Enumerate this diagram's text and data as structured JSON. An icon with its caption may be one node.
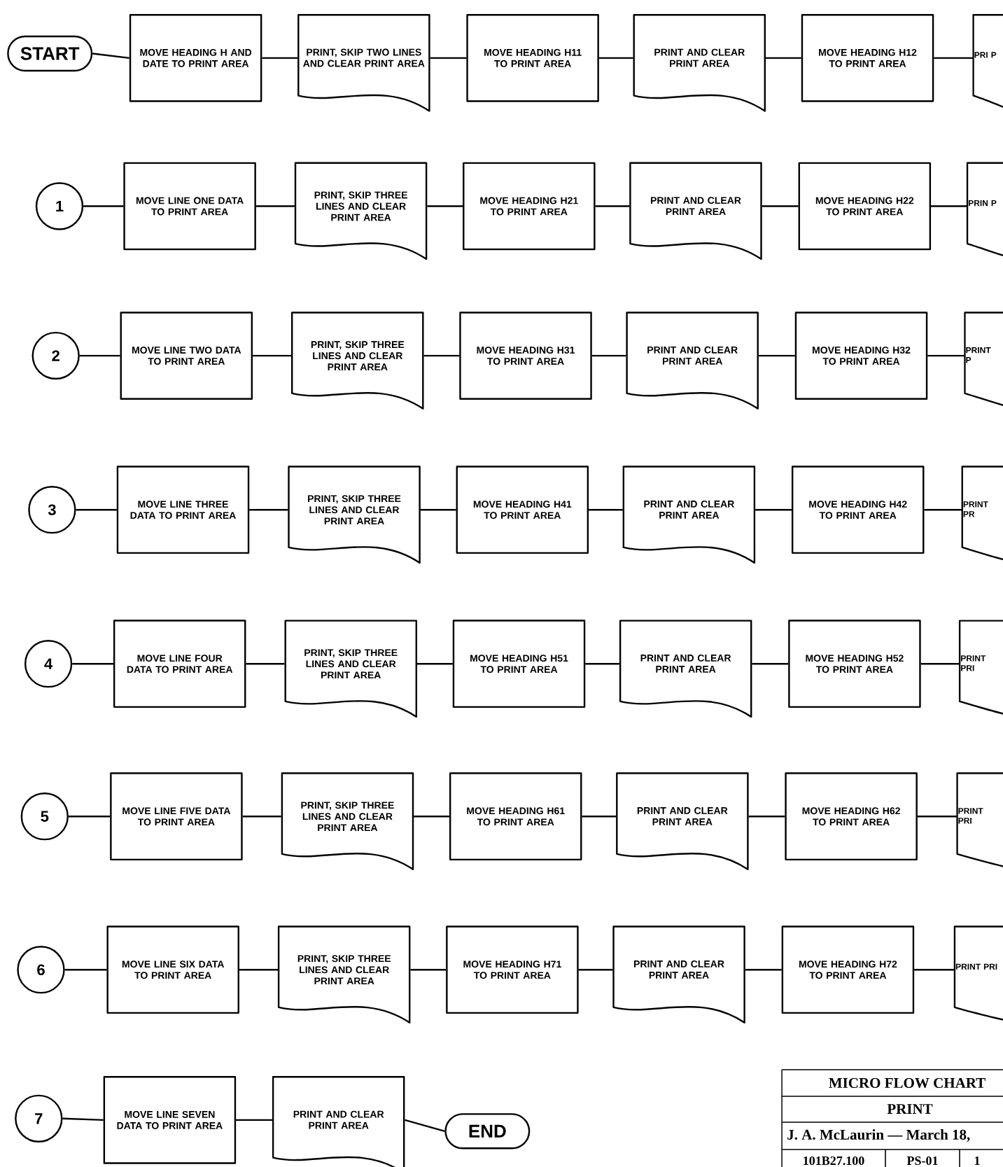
{
  "diagram": {
    "nodes": [
      {
        "text": [
          "START"
        ]
      },
      {
        "text": [
          "MOVE HEADING H AND DATE TO PRINT AREA"
        ]
      },
      {
        "text": [
          "PRINT, SKIP TWO LINES AND CLEAR PRINT AREA"
        ]
      },
      {
        "text": [
          "MOVE HEADING H11 TO PRINT AREA"
        ]
      },
      {
        "text": [
          "PRINT AND CLEAR PRINT AREA"
        ]
      },
      {
        "text": [
          "MOVE HEADING H12 TO PRINT AREA"
        ]
      },
      {
        "text": [
          "PRI P"
        ]
      },
      {
        "text": [
          "1"
        ]
      },
      {
        "text": [
          "MOVE LINE ONE DATA TO PRINT AREA"
        ]
      },
      {
        "text": [
          "PRINT, SKIP THREE LINES AND CLEAR PRINT AREA"
        ]
      },
      {
        "text": [
          "MOVE HEADING H21 TO PRINT AREA"
        ]
      },
      {
        "text": [
          "PRINT AND CLEAR PRINT AREA"
        ]
      },
      {
        "text": [
          "MOVE HEADING H22 TO PRINT AREA"
        ]
      },
      {
        "text": [
          "PRIN P"
        ]
      },
      {
        "text": [
          "2"
        ]
      },
      {
        "text": [
          "MOVE LINE TWO DATA TO PRINT AREA"
        ]
      },
      {
        "text": [
          "PRINT, SKIP THREE LINES AND CLEAR PRINT AREA"
        ]
      },
      {
        "text": [
          "MOVE HEADING H31 TO PRINT AREA"
        ]
      },
      {
        "text": [
          "PRINT AND CLEAR PRINT AREA"
        ]
      },
      {
        "text": [
          "MOVE HEADING H32 TO PRINT AREA"
        ]
      },
      {
        "text": [
          "PRINT P"
        ]
      },
      {
        "text": [
          "3"
        ]
      },
      {
        "text": [
          "MOVE LINE THREE DATA TO PRINT AREA"
        ]
      },
      {
        "text": [
          "PRINT, SKIP THREE LINES AND CLEAR PRINT AREA"
        ]
      },
      {
        "text": [
          "MOVE HEADING H41 TO PRINT AREA"
        ]
      },
      {
        "text": [
          "PRINT AND CLEAR PRINT AREA"
        ]
      },
      {
        "text": [
          "MOVE HEADING H42 TO PRINT AREA"
        ]
      },
      {
        "text": [
          "PRINT PR"
        ]
      },
      {
        "text": [
          "4"
        ]
      },
      {
        "text": [
          "MOVE LINE FOUR DATA TO PRINT AREA"
        ]
      },
      {
        "text": [
          "PRINT, SKIP THREE LINES AND CLEAR PRINT AREA"
        ]
      },
      {
        "text": [
          "MOVE HEADING H51 TO PRINT AREA"
        ]
      },
      {
        "text": [
          "PRINT AND CLEAR PRINT AREA"
        ]
      },
      {
        "text": [
          "MOVE HEADING H52 TO PRINT AREA"
        ]
      },
      {
        "text": [
          "PRINT PRI"
        ]
      },
      {
        "text": [
          "5"
        ]
      },
      {
        "text": [
          "MOVE LINE FIVE DATA TO PRINT AREA"
        ]
      },
      {
        "text": [
          "PRINT, SKIP THREE LINES AND CLEAR PRINT AREA"
        ]
      },
      {
        "text": [
          "MOVE HEADING H61 TO PRINT AREA"
        ]
      },
      {
        "text": [
          "PRINT AND CLEAR PRINT AREA"
        ]
      },
      {
        "text": [
          "MOVE HEADING H62 TO PRINT AREA"
        ]
      },
      {
        "text": [
          "PRINT PRI"
        ]
      },
      {
        "text": [
          "6"
        ]
      },
      {
        "text": [
          "MOVE LINE SIX DATA TO PRINT AREA"
        ]
      },
      {
        "text": [
          "PRINT, SKIP THREE LINES AND CLEAR PRINT AREA"
        ]
      },
      {
        "text": [
          "MOVE HEADING H71 TO PRINT AREA"
        ]
      },
      {
        "text": [
          "PRINT AND CLEAR PRINT AREA"
        ]
      },
      {
        "text": [
          "MOVE HEADING H72 TO PRINT AREA"
        ]
      },
      {
        "text": [
          "PRINT PRI"
        ]
      },
      {
        "text": [
          "7"
        ]
      },
      {
        "text": [
          "MOVE LINE SEVEN DATA TO PRINT AREA"
        ]
      },
      {
        "text": [
          "PRINT AND CLEAR PRINT AREA"
        ]
      },
      {
        "text": [
          "END"
        ]
      }
    ],
    "edges": [
      {
        "from": 0,
        "to": 1,
        "arrow": "none"
      },
      {
        "from": 1,
        "to": 2,
        "arrow": "none"
      },
      {
        "from": 2,
        "to": 3,
        "arrow": "none"
      },
      {
        "from": 3,
        "to": 4,
        "arrow": "none"
      },
      {
        "from": 4,
        "to": 5,
        "arrow": "none"
      },
      {
        "from": 5,
        "to": 6,
        "arrow": "none"
      },
      {
        "from": 7,
        "to": 8,
        "arrow": "none"
      },
      {
        "from": 8,
        "to": 9,
        "arrow": "none"
      },
      {
        "from": 9,
        "to": 10,
        "arrow": "none"
      },
      {
        "from": 10,
        "to": 11,
        "arrow": "none"
      },
      {
        "from": 11,
        "to": 12,
        "arrow": "none"
      },
      {
        "from": 12,
        "to": 13,
        "arrow": "none"
      },
      {
        "from": 14,
        "to": 15,
        "arrow": "none"
      },
      {
        "from": 15,
        "to": 16,
        "arrow": "none"
      },
      {
        "from": 16,
        "to": 17,
        "arrow": "none"
      },
      {
        "from": 17,
        "to": 18,
        "arrow": "none"
      },
      {
        "from": 18,
        "to": 19,
        "arrow": "none"
      },
      {
        "from": 19,
        "to": 20,
        "arrow": "none"
      },
      {
        "from": 21,
        "to": 22,
        "arrow": "none"
      },
      {
        "from": 22,
        "to": 23,
        "arrow": "none"
      },
      {
        "from": 23,
        "to": 24,
        "arrow": "none"
      },
      {
        "from": 24,
        "to": 25,
        "arrow": "none"
      },
      {
        "from": 25,
        "to": 26,
        "arrow": "none"
      },
      {
        "from": 26,
        "to": 27,
        "arrow": "none"
      },
      {
        "from": 28,
        "to": 29,
        "arrow": "none"
      },
      {
        "from": 29,
        "to": 30,
        "arrow": "none"
      },
      {
        "from": 30,
        "to": 31,
        "arrow": "none"
      },
      {
        "from": 31,
        "to": 32,
        "arrow": "none"
      },
      {
        "from": 32,
        "to": 33,
        "arrow": "none"
      },
      {
        "from": 33,
        "to": 34,
        "arrow": "none"
      },
      {
        "from": 35,
        "to": 36,
        "arrow": "none"
      },
      {
        "from": 36,
        "to": 37,
        "arrow": "none"
      },
      {
        "from": 37,
        "to": 38,
        "arrow": "none"
      },
      {
        "from": 38,
        "to": 39,
        "arrow": "none"
      },
      {
        "from": 39,
        "to": 40,
        "arrow": "none"
      },
      {
        "from": 40,
        "to": 41,
        "arrow": "none"
      },
      {
        "from": 42,
        "to": 43,
        "arrow": "none"
      },
      {
        "from": 43,
        "to": 44,
        "arrow": "none"
      },
      {
        "from": 44,
        "to": 45,
        "arrow": "none"
      },
      {
        "from": 45,
        "to": 46,
        "arrow": "none"
      },
      {
        "from": 46,
        "to": 47,
        "arrow": "none"
      },
      {
        "from": 47,
        "to": 48,
        "arrow": "none"
      },
      {
        "from": 49,
        "to": 50,
        "arrow": "none"
      },
      {
        "from": 50,
        "to": 51,
        "arrow": "none"
      },
      {
        "from": 51,
        "to": 52,
        "arrow": "none"
      }
    ],
    "labels": [
      "MICRO FLOW CHART",
      "PRINT",
      "J. A. McLaurin — March 18,",
      "101B27.100",
      "PS-01",
      "1"
    ]
  }
}
